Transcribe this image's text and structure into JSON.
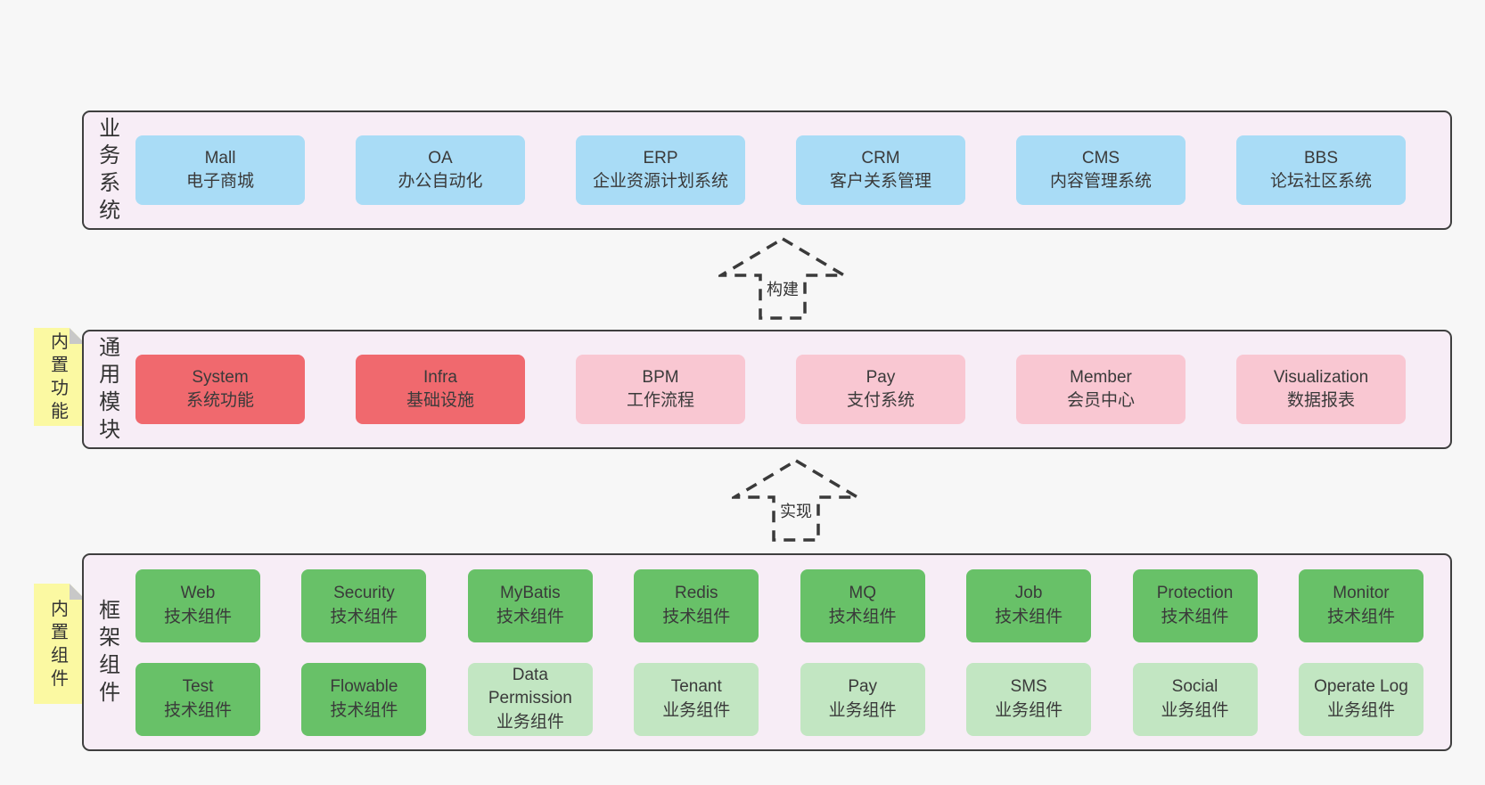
{
  "colors": {
    "page_bg": "#f7f7f7",
    "container_bg": "#f7edf6",
    "container_border": "#3f3f3f",
    "blue": "#a9dcf6",
    "red": "#f0696e",
    "pink": "#f9c7d2",
    "green_dark": "#68c168",
    "green_light": "#c2e6c2",
    "note_yellow": "#fbf9a2",
    "note_fold": "#c8c8c8",
    "text": "#3a3a3a"
  },
  "layers": {
    "business": {
      "label": "业务系统",
      "boxes": [
        {
          "en": "Mall",
          "zh": "电子商城"
        },
        {
          "en": "OA",
          "zh": "办公自动化"
        },
        {
          "en": "ERP",
          "zh": "企业资源计划系统"
        },
        {
          "en": "CRM",
          "zh": "客户关系管理"
        },
        {
          "en": "CMS",
          "zh": "内容管理系统"
        },
        {
          "en": "BBS",
          "zh": "论坛社区系统"
        }
      ]
    },
    "modules": {
      "label": "通用模块",
      "note": "内置功能",
      "boxes": [
        {
          "en": "System",
          "zh": "系统功能"
        },
        {
          "en": "Infra",
          "zh": "基础设施"
        },
        {
          "en": "BPM",
          "zh": "工作流程"
        },
        {
          "en": "Pay",
          "zh": "支付系统"
        },
        {
          "en": "Member",
          "zh": "会员中心"
        },
        {
          "en": "Visualization",
          "zh": "数据报表"
        }
      ]
    },
    "components": {
      "label": "框架组件",
      "note": "内置组件",
      "row1": [
        {
          "en": "Web",
          "zh": "技术组件"
        },
        {
          "en": "Security",
          "zh": "技术组件"
        },
        {
          "en": "MyBatis",
          "zh": "技术组件"
        },
        {
          "en": "Redis",
          "zh": "技术组件"
        },
        {
          "en": "MQ",
          "zh": "技术组件"
        },
        {
          "en": "Job",
          "zh": "技术组件"
        },
        {
          "en": "Protection",
          "zh": "技术组件"
        },
        {
          "en": "Monitor",
          "zh": "技术组件"
        }
      ],
      "row2": [
        {
          "en": "Test",
          "zh": "技术组件"
        },
        {
          "en": "Flowable",
          "zh": "技术组件"
        },
        {
          "en": "Data Permission",
          "zh": "业务组件"
        },
        {
          "en": "Tenant",
          "zh": "业务组件"
        },
        {
          "en": "Pay",
          "zh": "业务组件"
        },
        {
          "en": "SMS",
          "zh": "业务组件"
        },
        {
          "en": "Social",
          "zh": "业务组件"
        },
        {
          "en": "Operate Log",
          "zh": "业务组件"
        }
      ]
    }
  },
  "arrows": {
    "build": "构建",
    "implement": "实现"
  }
}
